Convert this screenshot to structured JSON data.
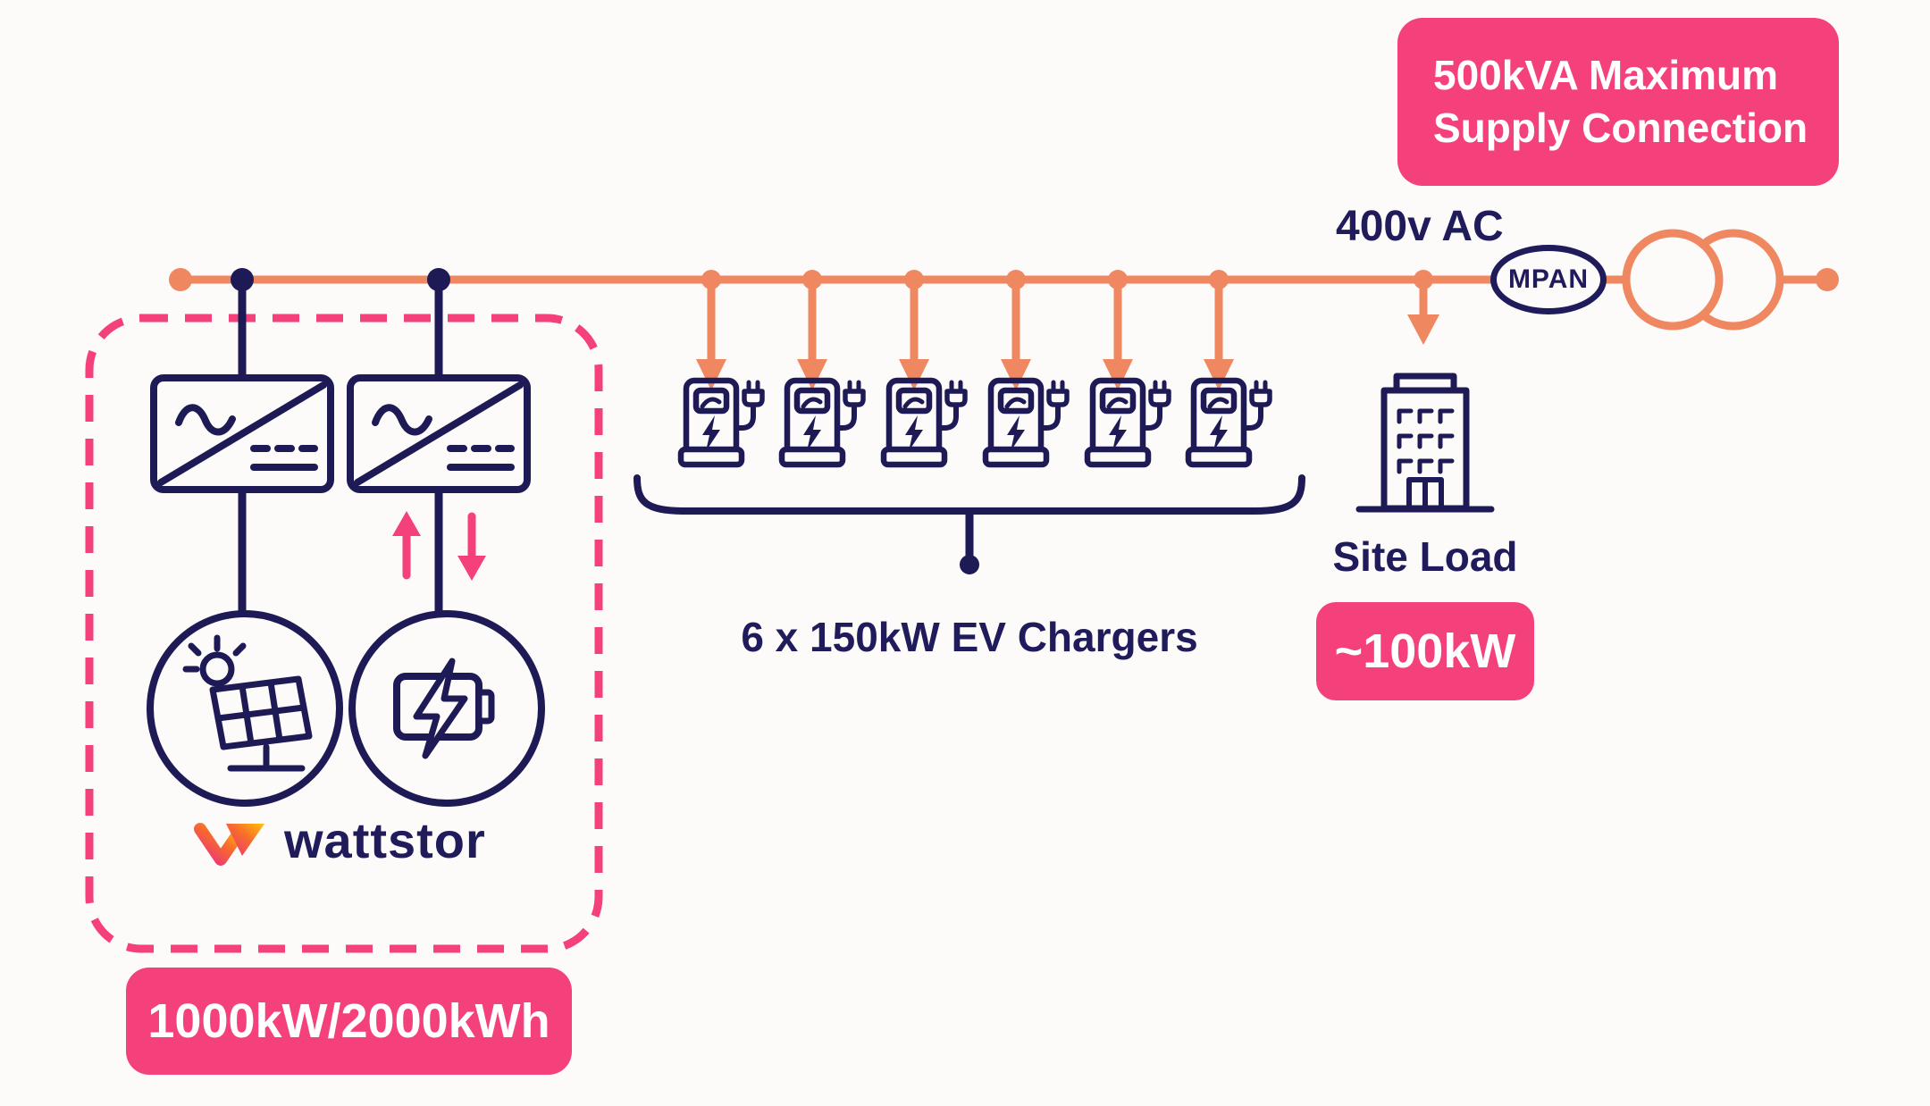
{
  "colors": {
    "pink": "#F5417B",
    "orange": "#EF8760",
    "navy": "#1E1A56",
    "text_navy": "#201B5B",
    "background": "#FCFBF9",
    "white": "#FFFFFF",
    "logo_gradient": [
      "#EC2D85",
      "#F86B2B",
      "#FFC20D"
    ]
  },
  "supply_badge": {
    "line1": "500kVA Maximum",
    "line2": "Supply Connection"
  },
  "labels": {
    "voltage": "400v AC",
    "mpan": "MPAN",
    "chargers": "6 x 150kW EV Chargers",
    "site_load": "Site Load",
    "brand": "wattstor"
  },
  "badges": {
    "site_load": "~100kW",
    "storage": "1000kW/2000kWh"
  },
  "ev": {
    "count": 6
  },
  "icons": {
    "transformer": "transformer-icon",
    "meter": "mpan-meter-oval",
    "building": "building-icon",
    "ev_charger": "ev-charger-icon",
    "inverter": "inverter-icon",
    "solar": "solar-panel-icon",
    "battery": "battery-icon",
    "brand_mark": "wattstor-logo-mark"
  }
}
